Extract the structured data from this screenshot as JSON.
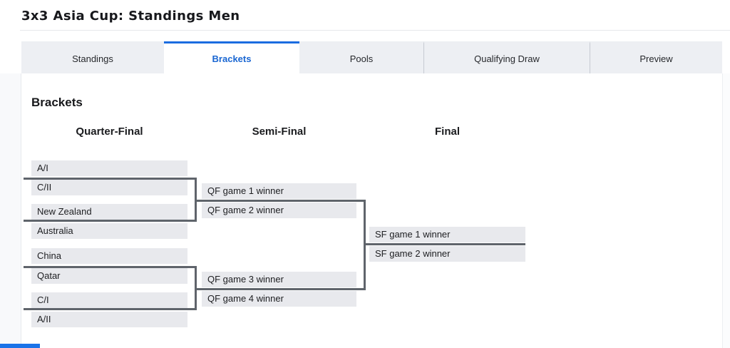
{
  "header": {
    "title": "3x3 Asia Cup: Standings Men"
  },
  "tabs": [
    {
      "label": "Standings",
      "active": false
    },
    {
      "label": "Brackets",
      "active": true
    },
    {
      "label": "Pools",
      "active": false
    },
    {
      "label": "Qualifying Draw",
      "active": false
    },
    {
      "label": "Preview",
      "active": false
    }
  ],
  "brackets": {
    "section_title": "Brackets",
    "columns": [
      "Quarter-Final",
      "Semi-Final",
      "Final"
    ],
    "quarter_final_teams": [
      "A/I",
      "C/II",
      "New Zealand",
      "Australia",
      "China",
      "Qatar",
      "C/I",
      "A/II"
    ],
    "semi_final_slots": [
      "QF game 1 winner",
      "QF game 2 winner",
      "QF game 3 winner",
      "QF game 4 winner"
    ],
    "final_slots": [
      "SF game 1 winner",
      "SF game 2 winner"
    ]
  },
  "colors": {
    "accent_blue": "#1a6ce0",
    "active_tab_text": "#1966d2",
    "slot_background": "#e8e9ed",
    "connector_gray": "#5f646b"
  }
}
